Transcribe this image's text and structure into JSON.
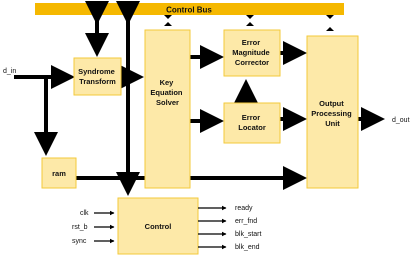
{
  "colors": {
    "block_fill": "#fde9a8",
    "block_stroke": "#f3c93a",
    "bus_fill": "#f5b800",
    "wire": "#000000"
  },
  "bus": {
    "label": "Control Bus"
  },
  "blocks": {
    "syndrome": {
      "line1": "Syndrome",
      "line2": "Transform"
    },
    "key_solver": {
      "line1": "Key",
      "line2": "Equation",
      "line3": "Solver"
    },
    "error_magnitude": {
      "line1": "Error",
      "line2": "Magnitude",
      "line3": "Corrector"
    },
    "error_locator": {
      "line1": "Error",
      "line2": "Locator"
    },
    "output_unit": {
      "line1": "Output",
      "line2": "Processing",
      "line3": "Unit"
    },
    "ram": {
      "label": "ram"
    },
    "control": {
      "label": "Control"
    }
  },
  "ports": {
    "d_in": "d_in",
    "d_out": "d_out",
    "clk": "clk",
    "rst_b": "rst_b",
    "sync": "sync",
    "ready": "ready",
    "err_fnd": "err_fnd",
    "blk_start": "blk_start",
    "blk_end": "blk_end"
  }
}
